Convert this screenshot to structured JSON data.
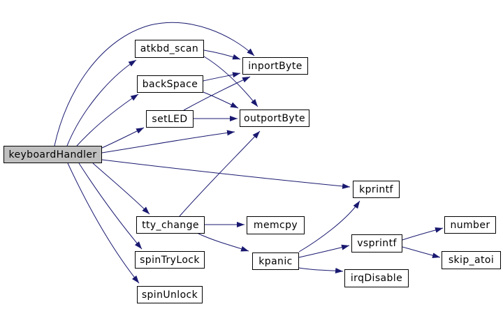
{
  "diagram": {
    "type": "call-graph",
    "nodes": [
      {
        "id": "keyboardHandler",
        "label": "keyboardHandler",
        "highlighted": true
      },
      {
        "id": "atkbd_scan",
        "label": "atkbd_scan",
        "highlighted": false
      },
      {
        "id": "backSpace",
        "label": "backSpace",
        "highlighted": false
      },
      {
        "id": "setLED",
        "label": "setLED",
        "highlighted": false
      },
      {
        "id": "inportByte",
        "label": "inportByte",
        "highlighted": false
      },
      {
        "id": "outportByte",
        "label": "outportByte",
        "highlighted": false
      },
      {
        "id": "kprintf",
        "label": "kprintf",
        "highlighted": false
      },
      {
        "id": "tty_change",
        "label": "tty_change",
        "highlighted": false
      },
      {
        "id": "memcpy",
        "label": "memcpy",
        "highlighted": false
      },
      {
        "id": "spinTryLock",
        "label": "spinTryLock",
        "highlighted": false
      },
      {
        "id": "spinUnlock",
        "label": "spinUnlock",
        "highlighted": false
      },
      {
        "id": "kpanic",
        "label": "kpanic",
        "highlighted": false
      },
      {
        "id": "vsprintf",
        "label": "vsprintf",
        "highlighted": false
      },
      {
        "id": "irqDisable",
        "label": "irqDisable",
        "highlighted": false
      },
      {
        "id": "number",
        "label": "number",
        "highlighted": false
      },
      {
        "id": "skip_atoi",
        "label": "skip_atoi",
        "highlighted": false
      }
    ],
    "edges": [
      {
        "from": "keyboardHandler",
        "to": "inportByte"
      },
      {
        "from": "keyboardHandler",
        "to": "atkbd_scan"
      },
      {
        "from": "keyboardHandler",
        "to": "backSpace"
      },
      {
        "from": "keyboardHandler",
        "to": "setLED"
      },
      {
        "from": "keyboardHandler",
        "to": "outportByte"
      },
      {
        "from": "keyboardHandler",
        "to": "kprintf"
      },
      {
        "from": "keyboardHandler",
        "to": "tty_change"
      },
      {
        "from": "keyboardHandler",
        "to": "spinTryLock"
      },
      {
        "from": "keyboardHandler",
        "to": "spinUnlock"
      },
      {
        "from": "atkbd_scan",
        "to": "inportByte"
      },
      {
        "from": "atkbd_scan",
        "to": "outportByte"
      },
      {
        "from": "backSpace",
        "to": "inportByte"
      },
      {
        "from": "backSpace",
        "to": "outportByte"
      },
      {
        "from": "setLED",
        "to": "inportByte"
      },
      {
        "from": "setLED",
        "to": "outportByte"
      },
      {
        "from": "tty_change",
        "to": "outportByte"
      },
      {
        "from": "tty_change",
        "to": "memcpy"
      },
      {
        "from": "tty_change",
        "to": "kpanic"
      },
      {
        "from": "kpanic",
        "to": "kprintf"
      },
      {
        "from": "kpanic",
        "to": "vsprintf"
      },
      {
        "from": "kpanic",
        "to": "irqDisable"
      },
      {
        "from": "vsprintf",
        "to": "number"
      },
      {
        "from": "vsprintf",
        "to": "skip_atoi"
      }
    ],
    "colors": {
      "background": "#ffffff",
      "edge": "#191970",
      "node_fill": "#ffffff",
      "node_border": "#000000",
      "highlight_fill": "#bfbfbf",
      "text": "#000000"
    }
  }
}
